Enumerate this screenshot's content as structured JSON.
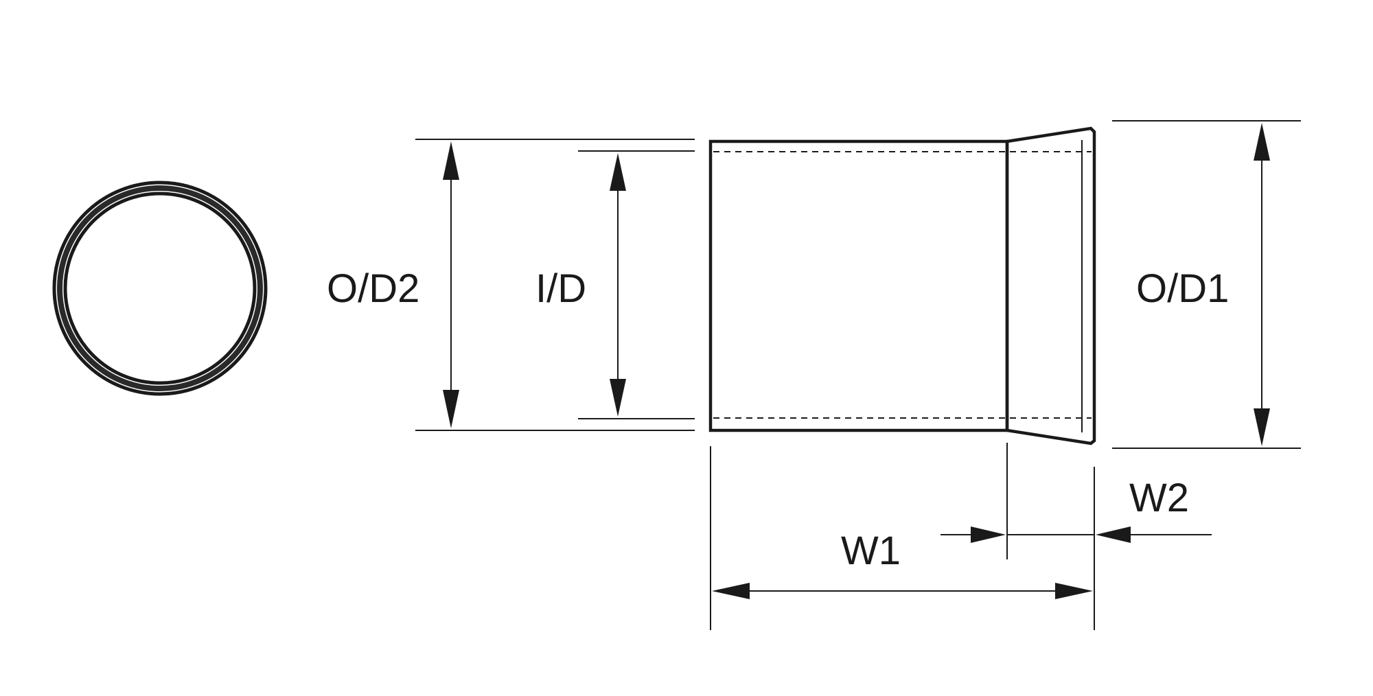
{
  "labels": {
    "od2": "O/D2",
    "id": "I/D",
    "od1": "O/D1",
    "w1": "W1",
    "w2": "W2"
  },
  "colors": {
    "ink": "#1a1a1a",
    "background": "#ffffff"
  }
}
